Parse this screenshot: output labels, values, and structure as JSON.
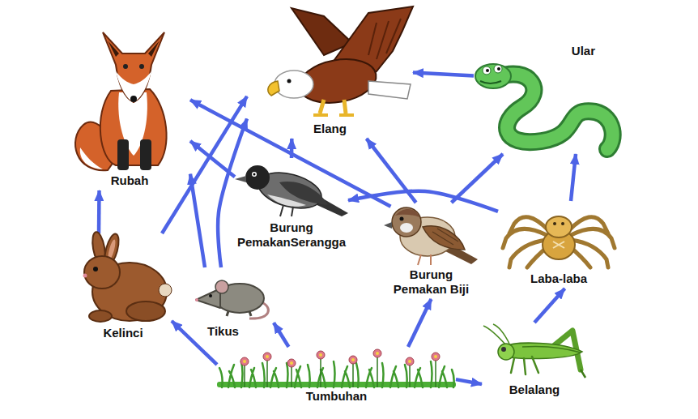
{
  "diagram": {
    "nodes": [
      {
        "text": [
          "Rubah"
        ]
      },
      {
        "text": [
          "Elang"
        ]
      },
      {
        "text": [
          "Ular"
        ]
      },
      {
        "text": [
          "Burung PemakanSerangga"
        ]
      },
      {
        "text": [
          "Burung Pemakan Biji"
        ]
      },
      {
        "text": [
          "Laba-laba"
        ]
      },
      {
        "text": [
          "Kelinci"
        ]
      },
      {
        "text": [
          "Tikus"
        ]
      },
      {
        "text": [
          "Tumbuhan"
        ]
      },
      {
        "text": [
          "Belalang"
        ]
      }
    ],
    "edges": [
      {
        "from": 8,
        "to": 6,
        "arrow": "to"
      },
      {
        "from": 8,
        "to": 7,
        "arrow": "to"
      },
      {
        "from": 8,
        "to": 4,
        "arrow": "to"
      },
      {
        "from": 8,
        "to": 9,
        "arrow": "to"
      },
      {
        "from": 9,
        "to": 5,
        "arrow": "to"
      },
      {
        "from": 5,
        "to": 2,
        "arrow": "to"
      },
      {
        "from": 5,
        "to": 3,
        "arrow": "to"
      },
      {
        "from": 4,
        "to": 2,
        "arrow": "to"
      },
      {
        "from": 4,
        "to": 1,
        "arrow": "to"
      },
      {
        "from": 4,
        "to": 0,
        "arrow": "to"
      },
      {
        "from": 3,
        "to": 0,
        "arrow": "to"
      },
      {
        "from": 3,
        "to": 1,
        "arrow": "to"
      },
      {
        "from": 6,
        "to": 0,
        "arrow": "to"
      },
      {
        "from": 6,
        "to": 1,
        "arrow": "to"
      },
      {
        "from": 7,
        "to": 0,
        "arrow": "to"
      },
      {
        "from": 7,
        "to": 1,
        "arrow": "to"
      },
      {
        "from": 2,
        "to": 1,
        "arrow": "to"
      }
    ]
  }
}
